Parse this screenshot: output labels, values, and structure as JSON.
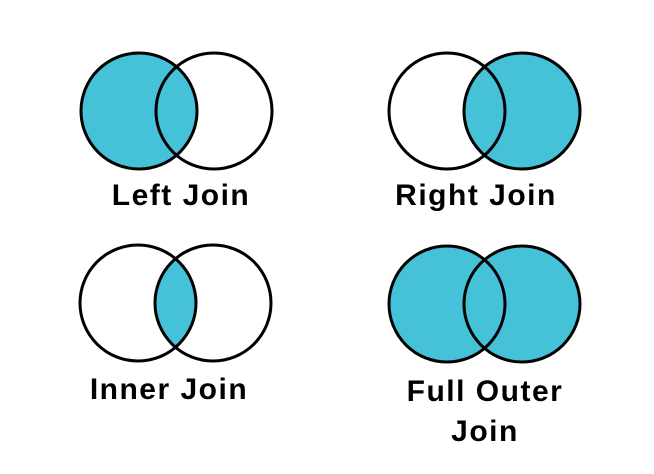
{
  "colors": {
    "background": "#FFFFFF",
    "highlight_fill": "#45C2D8",
    "circle_stroke": "#000000",
    "label_text": "#000000"
  },
  "diagrams": [
    {
      "id": "left-join",
      "label": "Left Join",
      "highlighted_region": "left-circle"
    },
    {
      "id": "right-join",
      "label": "Right Join",
      "highlighted_region": "right-circle"
    },
    {
      "id": "inner-join",
      "label": "Inner Join",
      "highlighted_region": "intersection"
    },
    {
      "id": "full-outer-join",
      "label": "Full Outer Join",
      "highlighted_region": "both-circles"
    }
  ]
}
